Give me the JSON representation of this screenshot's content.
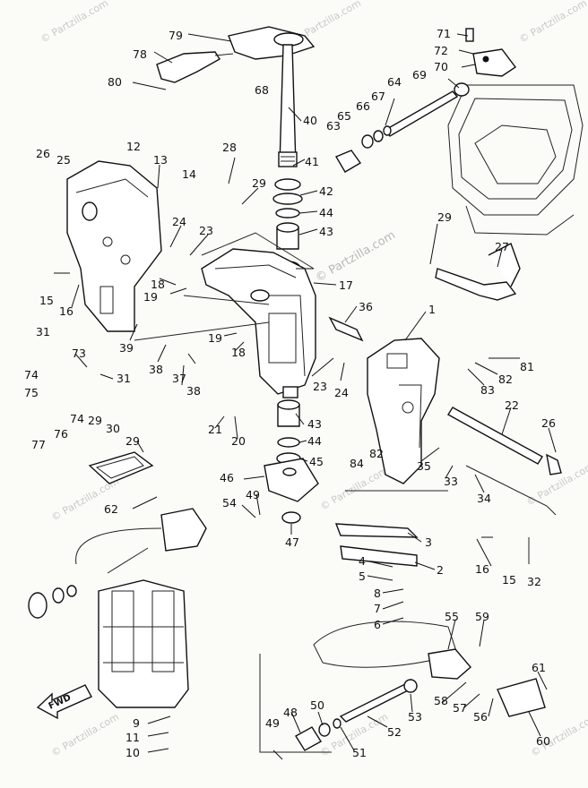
{
  "watermark": {
    "text": "© Partzilla.com"
  },
  "direction_marker": {
    "text": "FWD"
  },
  "part_labels": {
    "p1": "1",
    "p2": "2",
    "p3": "3",
    "p4": "4",
    "p5": "5",
    "p6": "6",
    "p7": "7",
    "p8": "8",
    "p9": "9",
    "p10": "10",
    "p11": "11",
    "p12": "12",
    "p13": "13",
    "p14": "14",
    "p15a": "15",
    "p15b": "15",
    "p16a": "16",
    "p16b": "16",
    "p17": "17",
    "p18a": "18",
    "p18b": "18",
    "p19a": "19",
    "p19b": "19",
    "p20": "20",
    "p21": "21",
    "p22": "22",
    "p23a": "23",
    "p23b": "23",
    "p24a": "24",
    "p24b": "24",
    "p25": "25",
    "p26a": "26",
    "p26b": "26",
    "p27": "27",
    "p28": "28",
    "p29a": "29",
    "p29b": "29",
    "p29c": "29",
    "p29d": "29",
    "p30": "30",
    "p31a": "31",
    "p31b": "31",
    "p32": "32",
    "p33": "33",
    "p34": "34",
    "p35": "35",
    "p36": "36",
    "p37": "37",
    "p38a": "38",
    "p38b": "38",
    "p39": "39",
    "p40": "40",
    "p41": "41",
    "p42": "42",
    "p43a": "43",
    "p43b": "43",
    "p44a": "44",
    "p44b": "44",
    "p45": "45",
    "p46": "46",
    "p47": "47",
    "p48": "48",
    "p49a": "49",
    "p49b": "49",
    "p50": "50",
    "p51": "51",
    "p52": "52",
    "p53": "53",
    "p54": "54",
    "p55": "55",
    "p56": "56",
    "p57": "57",
    "p58": "58",
    "p59": "59",
    "p60": "60",
    "p61": "61",
    "p62": "62",
    "p63": "63",
    "p64": "64",
    "p65": "65",
    "p66": "66",
    "p67": "67",
    "p68": "68",
    "p69": "69",
    "p70": "70",
    "p71": "71",
    "p72": "72",
    "p73": "73",
    "p74a": "74",
    "p74b": "74",
    "p75": "75",
    "p76": "76",
    "p77": "77",
    "p78": "78",
    "p79": "79",
    "p80": "80",
    "p81": "81",
    "p82a": "82",
    "p82b": "82",
    "p83": "83",
    "p84": "84"
  }
}
